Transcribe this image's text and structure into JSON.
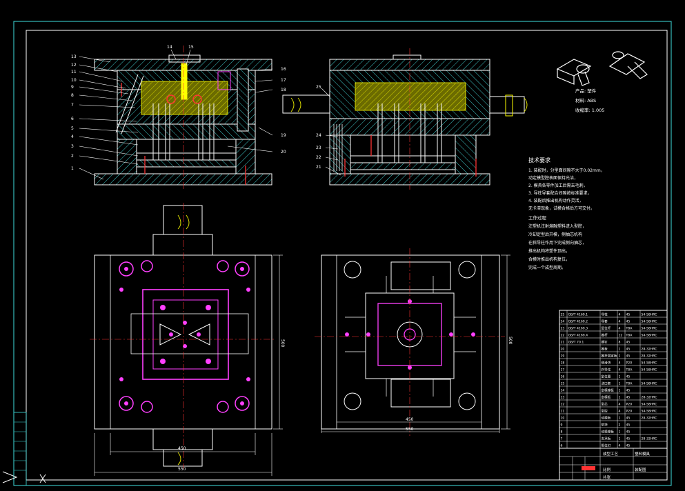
{
  "drawing": {
    "section_views": [
      {
        "callouts_left": [
          "13",
          "12",
          "11",
          "10",
          "9",
          "8",
          "7",
          "6",
          "5",
          "4",
          "3",
          "2",
          "1"
        ],
        "callouts_top": [
          "14",
          "15"
        ],
        "callouts_right": [
          "16",
          "17",
          "18",
          "19",
          "20"
        ]
      },
      {
        "callouts_left": [
          "24",
          "23",
          "22",
          "21"
        ],
        "callouts_top": [
          "25"
        ]
      }
    ],
    "plan_views": [
      {
        "width_dim": "450",
        "overall_dim": "550",
        "height_dim": "500"
      },
      {
        "width_dim": "450",
        "overall_dim": "550",
        "height_dim": "500"
      }
    ],
    "product": {
      "name_line": "产品: 塑件",
      "material_line": "材料: ABS",
      "shrink_line": "收缩率: 1.005"
    },
    "tech_requirements": {
      "title": "技术要求",
      "lines": [
        "1. 装配时，分型面间隙不大于0.02mm，",
        "动定模型腔表面保持光洁，",
        "2. 模具各零件加工后需去毛刺，",
        "3. 导柱导套配合间隙按标准要求，",
        "4. 装配后推出机构动作灵活，",
        "无卡滞现象，试模合格后方可交付。"
      ]
    },
    "work_process": {
      "title": "工作过程",
      "lines": [
        "注塑机注射熔融塑料进入型腔，",
        "冷却定型后开模，侧抽芯机构",
        "在斜导柱作用下完成侧向抽芯，",
        "推出机构将塑件顶出，",
        "合模时推出机构复位，",
        "完成一个成型周期。"
      ]
    },
    "bom_rows": [
      [
        "25",
        "GB/T 4169.1",
        "导柱",
        "4",
        "45",
        "54-58HRC"
      ],
      [
        "24",
        "GB/T 4169.2",
        "导套",
        "4",
        "45",
        "54-58HRC"
      ],
      [
        "23",
        "GB/T 4169.3",
        "复位杆",
        "4",
        "T8A",
        "54-58HRC"
      ],
      [
        "22",
        "GB/T 4169.4",
        "推杆",
        "12",
        "T8A",
        "54-58HRC"
      ],
      [
        "21",
        "GB/T 70.1",
        "螺钉",
        "8",
        "45",
        ""
      ],
      [
        "20",
        "",
        "推板",
        "1",
        "45",
        "28-32HRC"
      ],
      [
        "19",
        "",
        "推杆固定板",
        "1",
        "45",
        "28-32HRC"
      ],
      [
        "18",
        "",
        "侧滑块",
        "4",
        "P20",
        "54-58HRC"
      ],
      [
        "17",
        "",
        "斜导柱",
        "4",
        "T8A",
        "54-58HRC"
      ],
      [
        "16",
        "",
        "定位圈",
        "1",
        "45",
        ""
      ],
      [
        "15",
        "",
        "浇口套",
        "1",
        "T8A",
        "54-58HRC"
      ],
      [
        "14",
        "",
        "定模座板",
        "1",
        "45",
        ""
      ],
      [
        "13",
        "",
        "定模板",
        "1",
        "45",
        "28-32HRC"
      ],
      [
        "12",
        "",
        "型芯",
        "4",
        "P20",
        "54-58HRC"
      ],
      [
        "11",
        "",
        "型腔",
        "4",
        "P20",
        "54-58HRC"
      ],
      [
        "10",
        "",
        "动模板",
        "1",
        "45",
        "28-32HRC"
      ],
      [
        "9",
        "",
        "垫块",
        "2",
        "45",
        ""
      ],
      [
        "8",
        "",
        "动模座板",
        "1",
        "45",
        ""
      ],
      [
        "7",
        "",
        "支承板",
        "1",
        "45",
        "28-32HRC"
      ],
      [
        "6",
        "",
        "限位钉",
        "4",
        "45",
        ""
      ]
    ],
    "title_block": {
      "design_title": "塑料模具",
      "drawing_name": "装配图",
      "school": "成型工艺",
      "label_scale": "比例",
      "label_sheet": "共张"
    }
  }
}
